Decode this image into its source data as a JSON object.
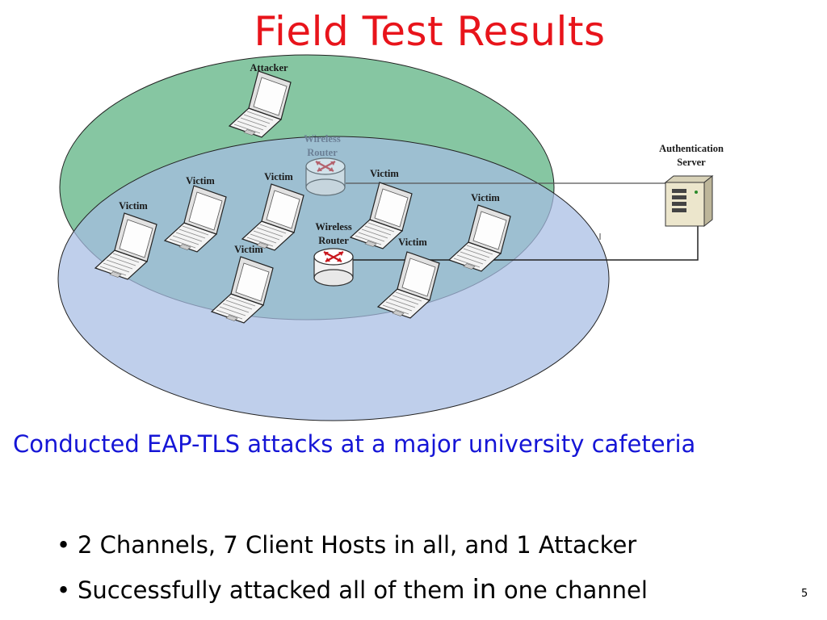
{
  "slide": {
    "title": "Field Test Results",
    "caption": "Conducted EAP-TLS attacks  at a major university cafeteria",
    "bullets": [
      {
        "before": "2 Channels, 7 Client Hosts in all, and 1 Attacker",
        "emph": "",
        "after": ""
      },
      {
        "before": "Successfully attacked all of them ",
        "emph": "in",
        "after": " one channel"
      }
    ],
    "slide_number": "5"
  },
  "diagram": {
    "attacker_label": "Attacker",
    "victim_label": "Victim",
    "router_label_line1": "Wireless",
    "router_label_line2": "Router",
    "server_label_line1": "Authentication",
    "server_label_line2": "Server",
    "colors": {
      "channel_1": "#58b07e",
      "channel_2": "#a6bde3",
      "overlap": "#6ea6b6",
      "title": "#e8141b",
      "caption": "#1515d6"
    }
  }
}
